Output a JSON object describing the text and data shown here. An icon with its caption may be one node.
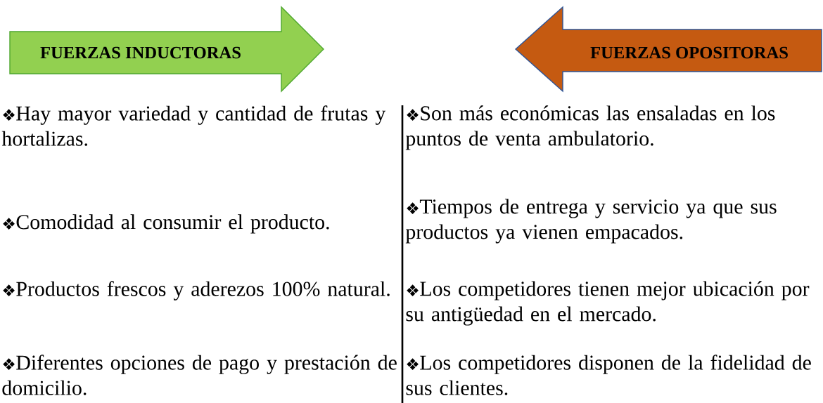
{
  "diagram": {
    "nodes": [
      {
        "text": [
          "FUERZAS INDUCTORAS"
        ]
      },
      {
        "text": [
          "FUERZAS OPOSITORAS"
        ]
      }
    ],
    "labels": [
      "❖",
      "Hay mayor variedad y cantidad de frutas y hortalizas.",
      "❖",
      "Son más económicas las ensaladas en los puntos de venta ambulatorio.",
      "❖",
      "Comodidad al consumir el producto.",
      "❖",
      "Tiempos de entrega y servicio ya que sus productos ya vienen empacados.",
      "❖",
      "Productos frescos y aderezos 100% natural.",
      "❖",
      "Los competidores tienen mejor ubicación por su antigüedad en el mercado.",
      "❖",
      "Diferentes opciones de pago y prestación de domicilio.",
      "❖",
      "Los competidores disponen de la fidelidad de sus clientes."
    ]
  }
}
